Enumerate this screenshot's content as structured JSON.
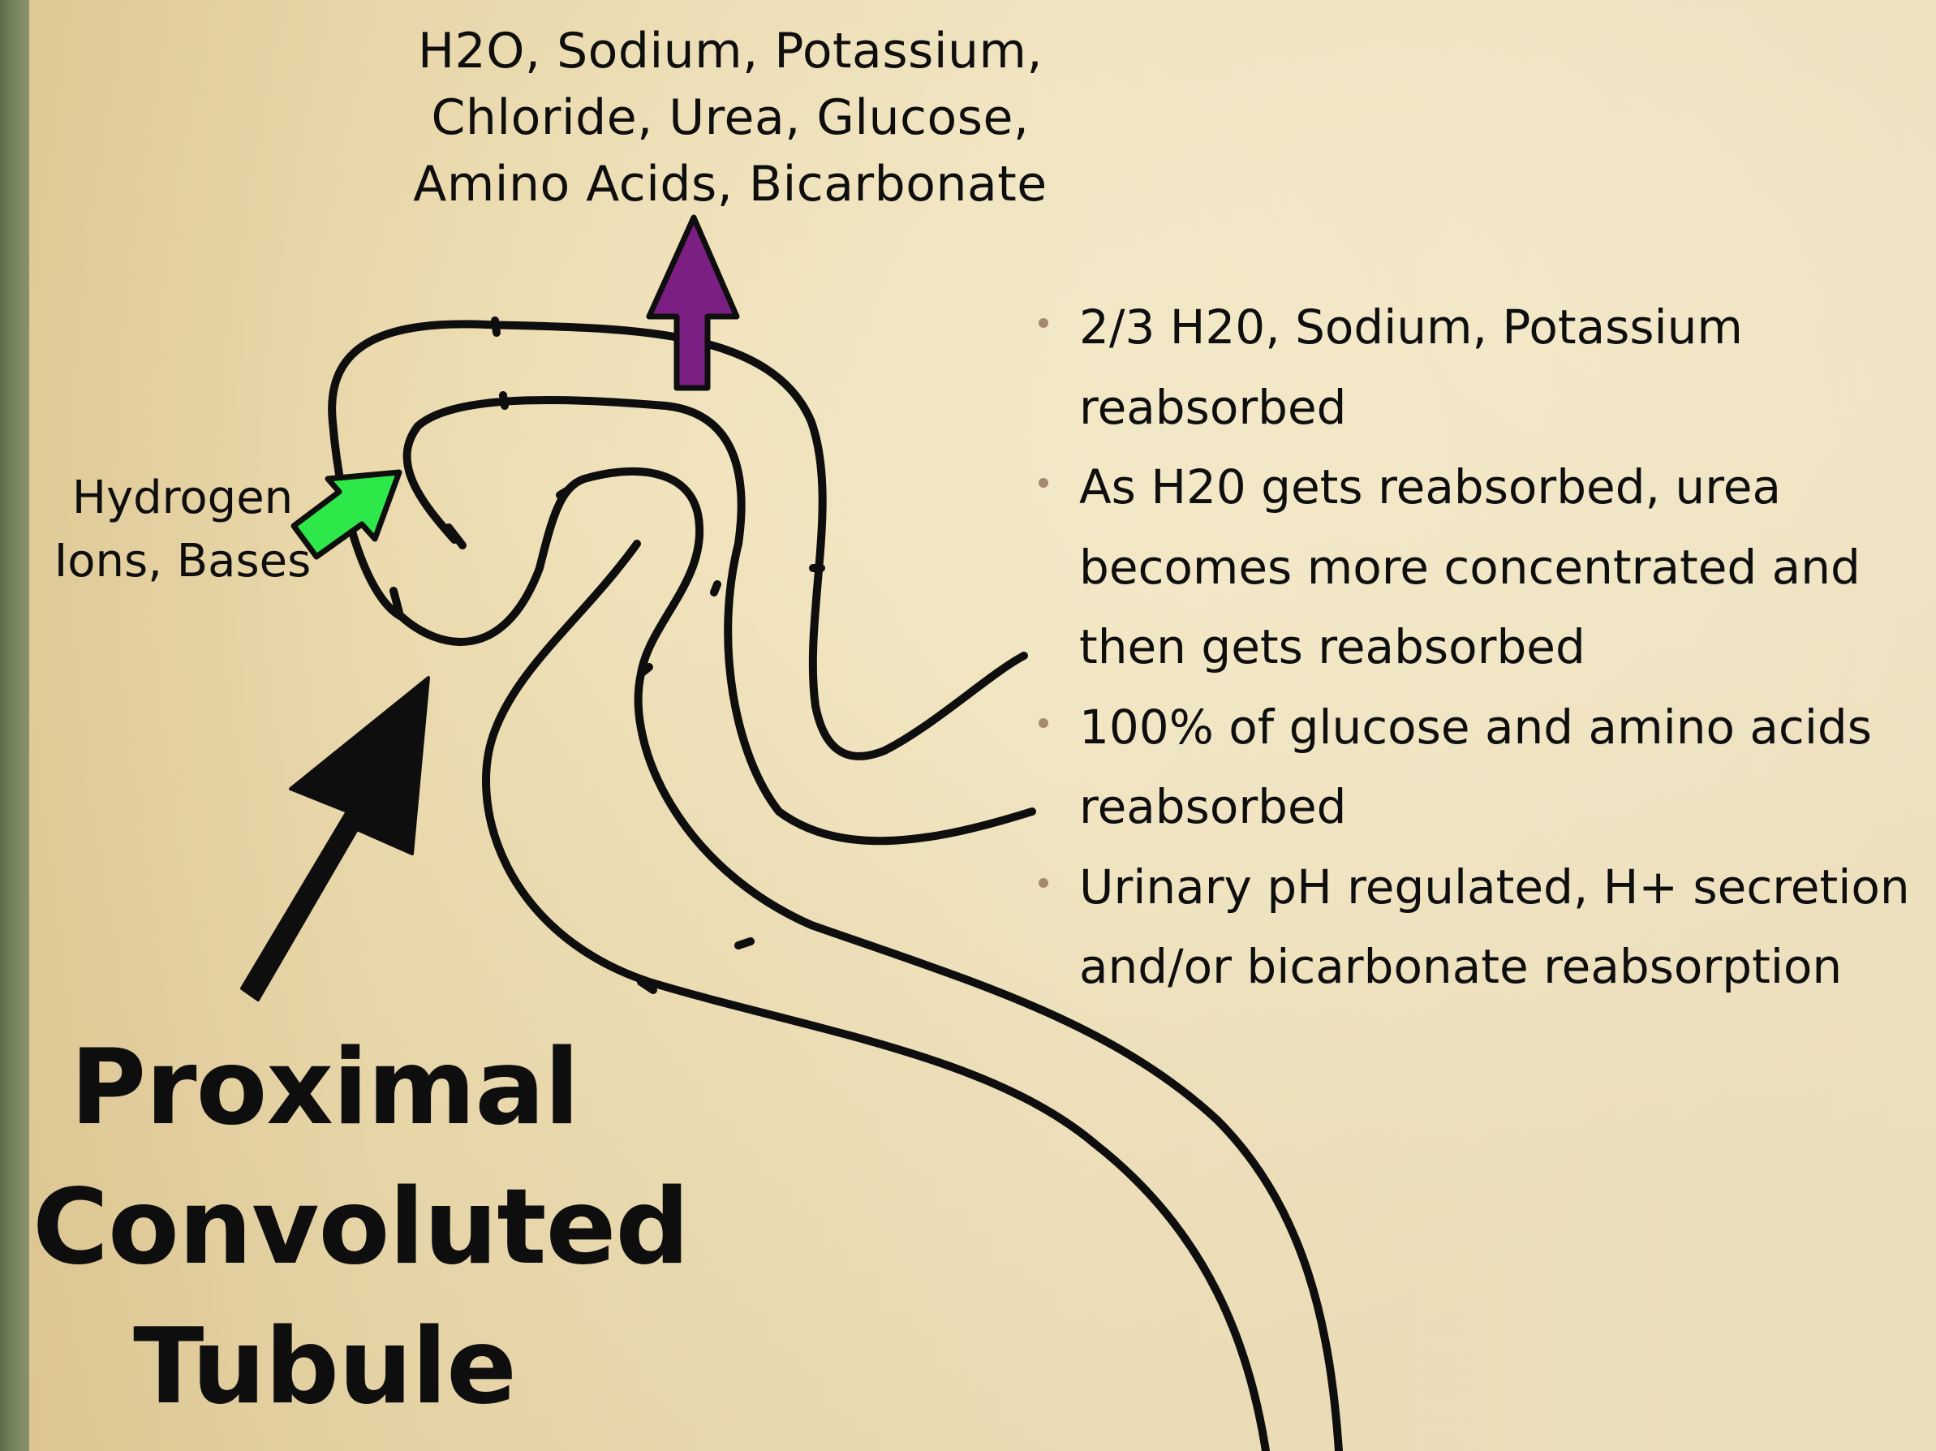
{
  "colors": {
    "paper": "#f3e8c6",
    "green_strip": "#6f7d5c",
    "ink": "#0e0e0e",
    "purple_arrow": "#7b2082",
    "green_arrow": "#2ee84a",
    "bullet_dot": "#a4896e"
  },
  "diagram": {
    "top_label": [
      "H2O, Sodium, Potassium,",
      "Chloride, Urea, Glucose,",
      "Amino Acids, Bicarbonate"
    ],
    "side_label": [
      "Hydrogen",
      "Ions, Bases"
    ],
    "title": [
      "Proximal",
      "Convoluted",
      "Tubule"
    ]
  },
  "bullets": [
    {
      "lines": [
        "2/3 H20, Sodium, Potassium",
        "reabsorbed"
      ]
    },
    {
      "lines": [
        "As H20 gets reabsorbed, urea",
        "becomes more concentrated and",
        "then gets reabsorbed"
      ]
    },
    {
      "lines": [
        "100% of glucose and amino acids",
        "reabsorbed"
      ]
    },
    {
      "lines": [
        "Urinary pH regulated, H+ secretion",
        "and/or bicarbonate reabsorption"
      ]
    }
  ]
}
